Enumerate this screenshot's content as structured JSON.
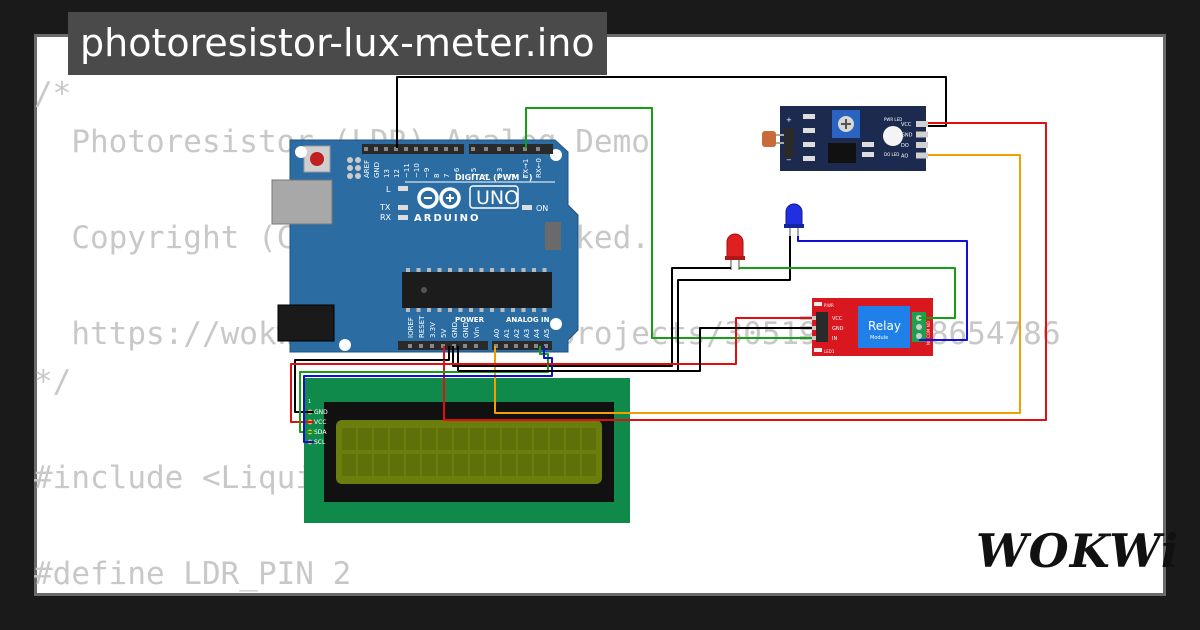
{
  "title": "photoresistor-lux-meter.ino",
  "code_lines": [
    "/*",
    "  Photoresistor (LDR) Analog Demo",
    "",
    "  Copyright (C) 2021, Uri Shaked.",
    "",
    "  https://wokwi.com/arduino/projects/305193627138654786",
    "*/",
    "",
    "#include <LiquidCrystal_I2C.h>",
    "",
    "#define LDR_PIN 2"
  ],
  "logo": "WOKWi",
  "arduino": {
    "brand": "ARDUINO",
    "model": "UNO",
    "digital_label": "DIGITAL (PWM ~)",
    "digital_pins": [
      "AREF",
      "GND",
      "13",
      "12",
      "~11",
      "~10",
      "~9",
      "8",
      "7",
      "~6",
      "~5",
      "4",
      "~3",
      "2",
      "TX→1",
      "RX←0"
    ],
    "power_label": "POWER",
    "power_pins": [
      "IOREF",
      "RESET",
      "3.3V",
      "5V",
      "GND",
      "GND",
      "Vin"
    ],
    "analog_label": "ANALOG IN",
    "analog_pins": [
      "A0",
      "A1",
      "A2",
      "A3",
      "A4",
      "A5"
    ],
    "led_labels": [
      "L",
      "TX",
      "RX"
    ],
    "on_label": "ON"
  },
  "lcd": {
    "pins": [
      "GND",
      "VCC",
      "SDA",
      "SCL"
    ],
    "pin_marker": "1"
  },
  "ldr_module": {
    "pins": [
      "VCC",
      "GND",
      "DO",
      "AO"
    ],
    "pwr_led": "PWR LED",
    "do_led": "DO LED"
  },
  "relay": {
    "label": "Relay",
    "sublabel": "Module",
    "pins": [
      "VCC",
      "GND",
      "IN"
    ],
    "pwr_label": "P.WR",
    "led_label": "LED1",
    "contact_label": "NC COM NO"
  },
  "colors": {
    "arduino_board": "#2b6ca3",
    "lcd_board": "#0f8a4a",
    "lcd_screen": "#6b7d0c",
    "ldr_board": "#1b2a4e",
    "relay_board": "#d8171e",
    "relay_block": "#1e80e8",
    "wire_black": "#000000",
    "wire_green": "#14a014",
    "wire_red": "#e01010",
    "wire_blue": "#1010d8",
    "wire_orange": "#f0a000",
    "led_red": "#e02020",
    "led_blue": "#2030e0"
  }
}
